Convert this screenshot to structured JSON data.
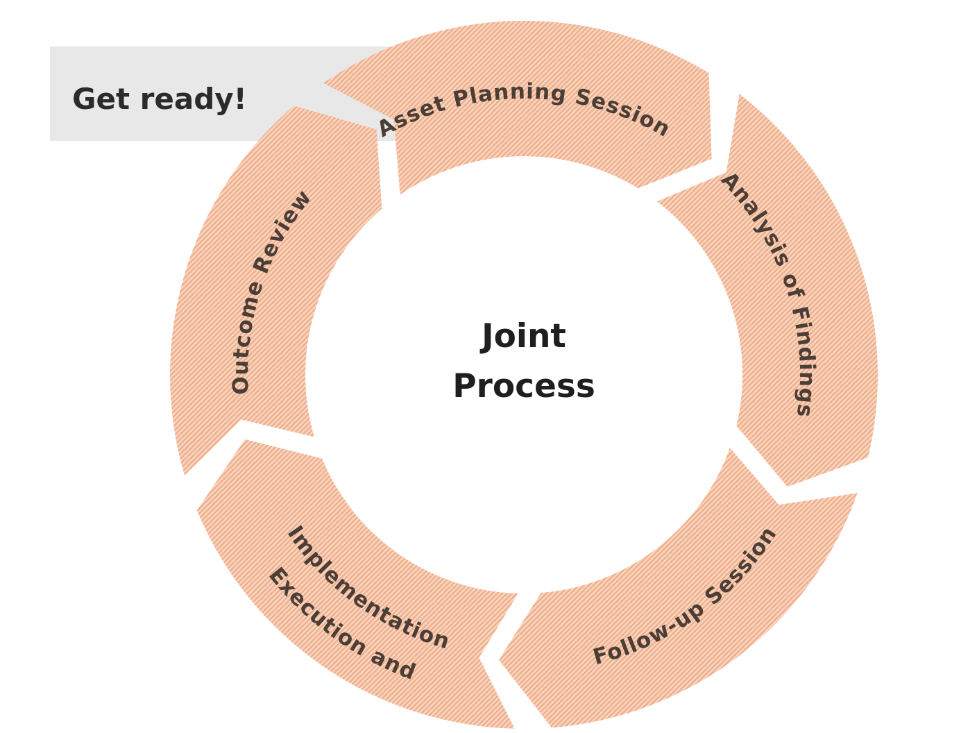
{
  "banner": {
    "label": "Get ready!",
    "bg": "#e8e8e8",
    "text_color": "#2b2b2b"
  },
  "center": {
    "line1": "Joint",
    "line2": "Process"
  },
  "diagram": {
    "type": "cycle",
    "direction": "clockwise",
    "stripe_colors": {
      "light": "#f8d6c2",
      "dark": "#f0ae8a"
    },
    "label_color": "#4a3e36",
    "center_text_color": "#1f1f1f",
    "segments": [
      {
        "label": "Asset Planning Session",
        "center_angle": 0,
        "text_lines": [
          {
            "text": "Asset Planning Session",
            "radius": 398,
            "reverse": false
          }
        ]
      },
      {
        "label": "Analysis of Findings",
        "center_angle": 72,
        "text_lines": [
          {
            "text": "Analysis of Findings",
            "radius": 398,
            "reverse": false
          }
        ]
      },
      {
        "label": "Follow-up Session",
        "center_angle": 144,
        "text_lines": [
          {
            "text": "Follow-up Session",
            "radius": 430,
            "reverse": true
          }
        ]
      },
      {
        "label": "Execution and Implementation",
        "center_angle": 216,
        "text_lines": [
          {
            "text": "Execution and",
            "radius": 468,
            "reverse": true
          },
          {
            "text": "Implementation",
            "radius": 410,
            "reverse": true
          }
        ]
      },
      {
        "label": "Outcome Review",
        "center_angle": 288,
        "text_lines": [
          {
            "text": "Outcome Review",
            "radius": 398,
            "reverse": false
          }
        ]
      }
    ]
  }
}
